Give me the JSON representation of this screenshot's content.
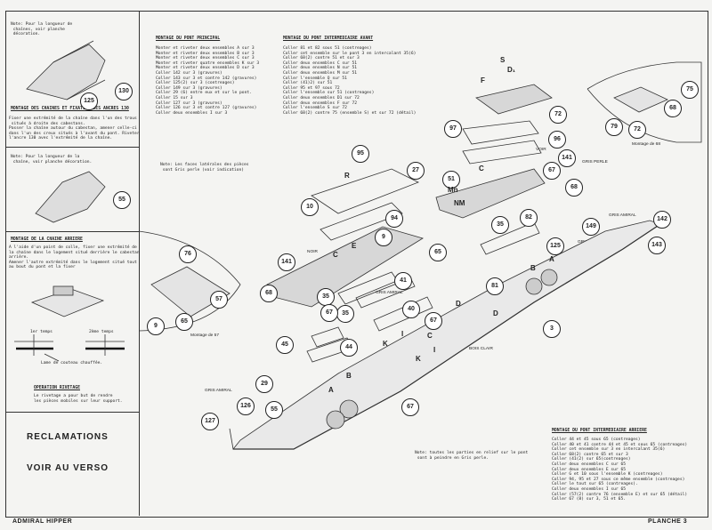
{
  "left_column": {
    "note1": "Note: Pour la longueur de\n chaînes, voir planche\n décoration.",
    "anchor_title": "MONTAGE DES CHAINES ET FIXATION DES ANCRES 130",
    "anchor_text": "Fixer une extrémité de la chaîne dans l'un des trous\n situés à droite des cabestans.\nPasser la chaîne autour du cabestan, amener celle-ci\ndans l'un des creux situés à l'avant du pont. Riveter\nl'ancre 130 avec l'extrémité de la chaîne.",
    "note2": "Note: Pour la longueur de la\n chaîne, voir planche décoration.",
    "chain_title": "MONTAGE DE LA CHAINE ARRIERE",
    "chain_text": "A l'aide d'un point de colle, fixer une extrémité de\nla chaîne dans le logement situé derrière le cabestan\narrière.\nAmener l'autre extrémité dans le logement situé tout\nau bout du pont et la fixer",
    "temps1": "1er temps",
    "temps2": "2ème temps",
    "lame": "Lame de couteau chauffée.",
    "rivet_title": "OPERATION RIVETAGE",
    "rivet_text": "Le rivetage a pour but de rendre\nles pièces mobiles sur leur support.",
    "reclamations": "RECLAMATIONS",
    "voir": "VOIR AU VERSO"
  },
  "main_deck": {
    "title": "MONTAGE DU PONT PRINCIPAL",
    "text": "Monter et riveter deux ensembles A sur 3\nMonter et riveter deux ensembles B sur 3\nMonter et riveter deux ensembles C sur 3\nMonter et riveter quatre ensembles K sur 3\nMonter et riveter deux ensembles D sur 3\nColler 142 sur 3 (gravures)\nColler 143 sur 3 et contre 142 (gravures)\nColler 125(2) sur 3 (contreages)\nColler 149 sur 3 (gravures)\nColler 29 (6) entre eux et sur le pont.\nColler 15 sur 3\nColler 127 sur 3 (gravures)\nColler 126 sur 3 et contre 127 (gravures)\nColler deux ensembles I sur 3"
  },
  "mid_front": {
    "title": "MONTAGE DU PONT INTERMEDIAIRE AVANT",
    "text": "Coller 81 et 82 sous 51 (contreages)\nColler cet ensemble sur le pont 3 en intercalant 35(6)\nColler 68(2) contre 51 et sur 3\nColler deux ensembles C sur 51\nColler deux ensembles N sur 51\nColler deux ensembles M sur 51\nColler l'ensemble Q sur 51\nColler (41)2) sur 51\nColler 95 et 97 sous 72\nColler l'ensemble sur 51 (contreages)\nColler deux ensembles D1 sur 72\nColler deux ensembles F sur 72\nColler l'ensemble S sur 72\nColler 68(2) contre 75 (ensemble S) et sur 72 (détail)"
  },
  "mid_rear": {
    "title": "MONTAGE DU PONT INTERMEDIAIRE ARRIERE",
    "text": "Coller 44 et 45 sous 65 (contreages)\nColler 40 et 41 contre 44 et 45 et sous 65 (contreages)\nColler cet ensemble sur 3 en intercalant 35(6)\nColler 68(2) contre 65 et sur 3\nColler (41(2) sur 65(contreages)\nColler deux ensembles C sur 65\nColler deux ensembles E sur 65\nColler G et 10 sous l'ensemble K (contreages)\nColler 94, 95 et 27 sous ce même ensemble (contreages)\nColler le tout sur 65 (contreages).\nColler deux ensembles I sur 65\nColler (57(2) contre 76 (ensemble E) et sur 65 (détail)\nColler 67 (8) sur 3, 51 et 65."
  },
  "notes": {
    "faces": "Note: Les faces latérales des pièces\n sont Gris perle (voir indication)",
    "relief": "Note: toutes les parties en relief sur le pont\n sont à peindre en Gris perle."
  },
  "captions": {
    "montage57": "Montage de 57",
    "montage68": "Montage de 68",
    "gris_perle": "GRIS PERLE",
    "gris_amiral": "GRIS AMIRAL",
    "bois_clair": "BOIS CLAIR",
    "noir": "NOIR",
    "voir": "VOIR"
  },
  "footer": {
    "left": "ADMIRAL HIPPER",
    "right": "PLANCHE 3"
  }
}
